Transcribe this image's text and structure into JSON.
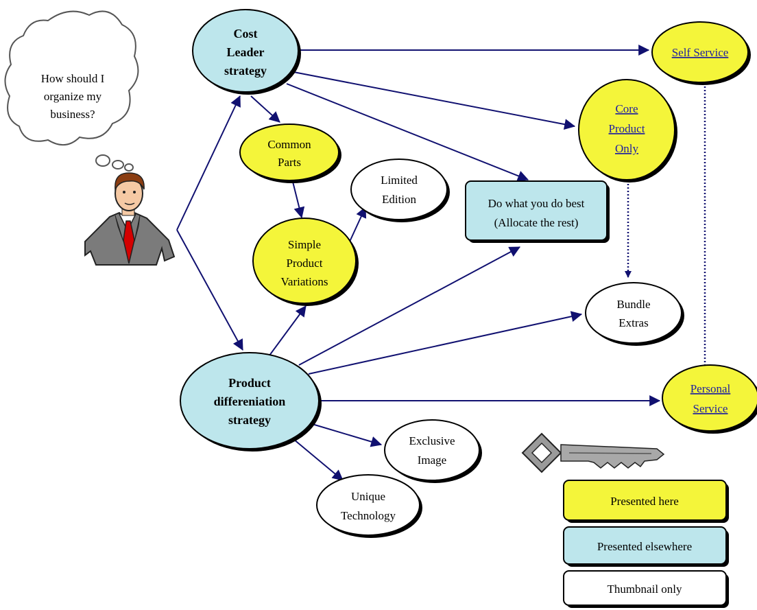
{
  "thought": {
    "line1": "How should I",
    "line2": "organize my",
    "line3": "business?"
  },
  "nodes": {
    "cost_leader": {
      "l1": "Cost",
      "l2": "Leader",
      "l3": "strategy"
    },
    "product_diff": {
      "l1": "Product",
      "l2": "differeniation",
      "l3": "strategy"
    },
    "common_parts": {
      "l1": "Common",
      "l2": "Parts"
    },
    "limited_edition": {
      "l1": "Limited",
      "l2": "Edition"
    },
    "simple_variations": {
      "l1": "Simple",
      "l2": "Product",
      "l3": "Variations"
    },
    "do_best": {
      "l1": "Do what you do best",
      "l2": "(Allocate the rest)"
    },
    "core_product": {
      "l1": "Core ",
      "l2": "Product ",
      "l3": "Only"
    },
    "self_service": {
      "l1": "Self Service"
    },
    "bundle_extras": {
      "l1": "Bundle",
      "l2": "Extras"
    },
    "personal_service": {
      "l1": "Personal ",
      "l2": "Service"
    },
    "exclusive_image": {
      "l1": "Exclusive",
      "l2": "Image"
    },
    "unique_tech": {
      "l1": "Unique",
      "l2": "Technology"
    }
  },
  "legend": {
    "presented_here": "Presented here",
    "presented_elsewhere": "Presented elsewhere",
    "thumbnail_only": "Thumbnail only"
  },
  "colors": {
    "yellow": "#f4f53a",
    "blue": "#bde6ec",
    "white": "#ffffff",
    "edge": "#101070"
  }
}
